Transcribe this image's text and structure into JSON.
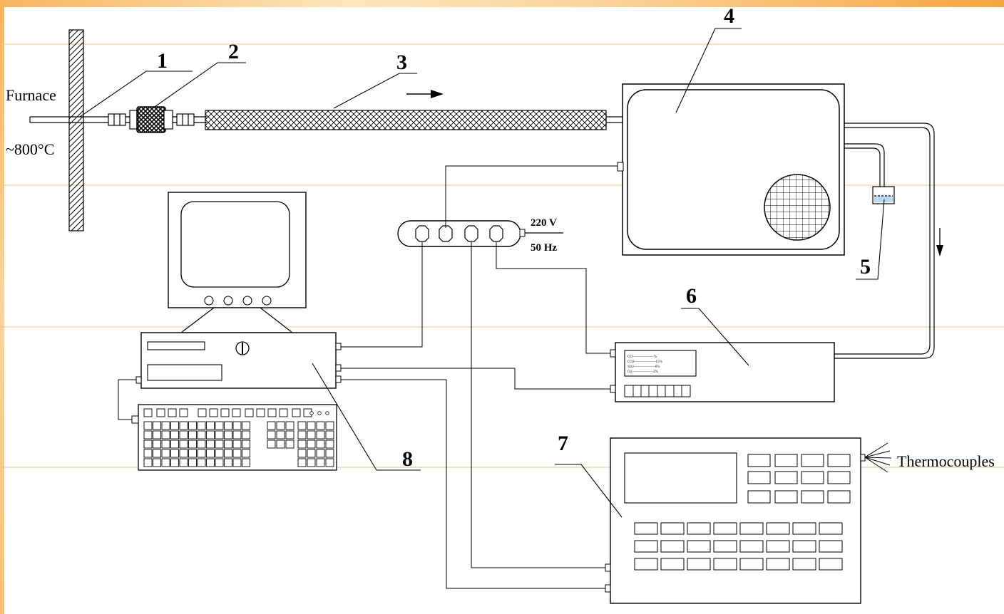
{
  "labels": {
    "furnace": "Furnace",
    "temperature": "~800°C",
    "thermocouples": "Thermocouples",
    "voltage": "220 V",
    "frequency": "50 Hz"
  },
  "numbers": {
    "n1": "1",
    "n2": "2",
    "n3": "3",
    "n4": "4",
    "n5": "5",
    "n6": "6",
    "n7": "7",
    "n8": "8"
  },
  "analyzer_readout": {
    "line1": "CO——————%",
    "line2": "CO2——————15%",
    "line3": "SO2——————0%",
    "line4": "O2——————2%"
  },
  "colors": {
    "guide_lines": "#f6c27a",
    "band": "#f8b45e",
    "ink": "#000000"
  }
}
